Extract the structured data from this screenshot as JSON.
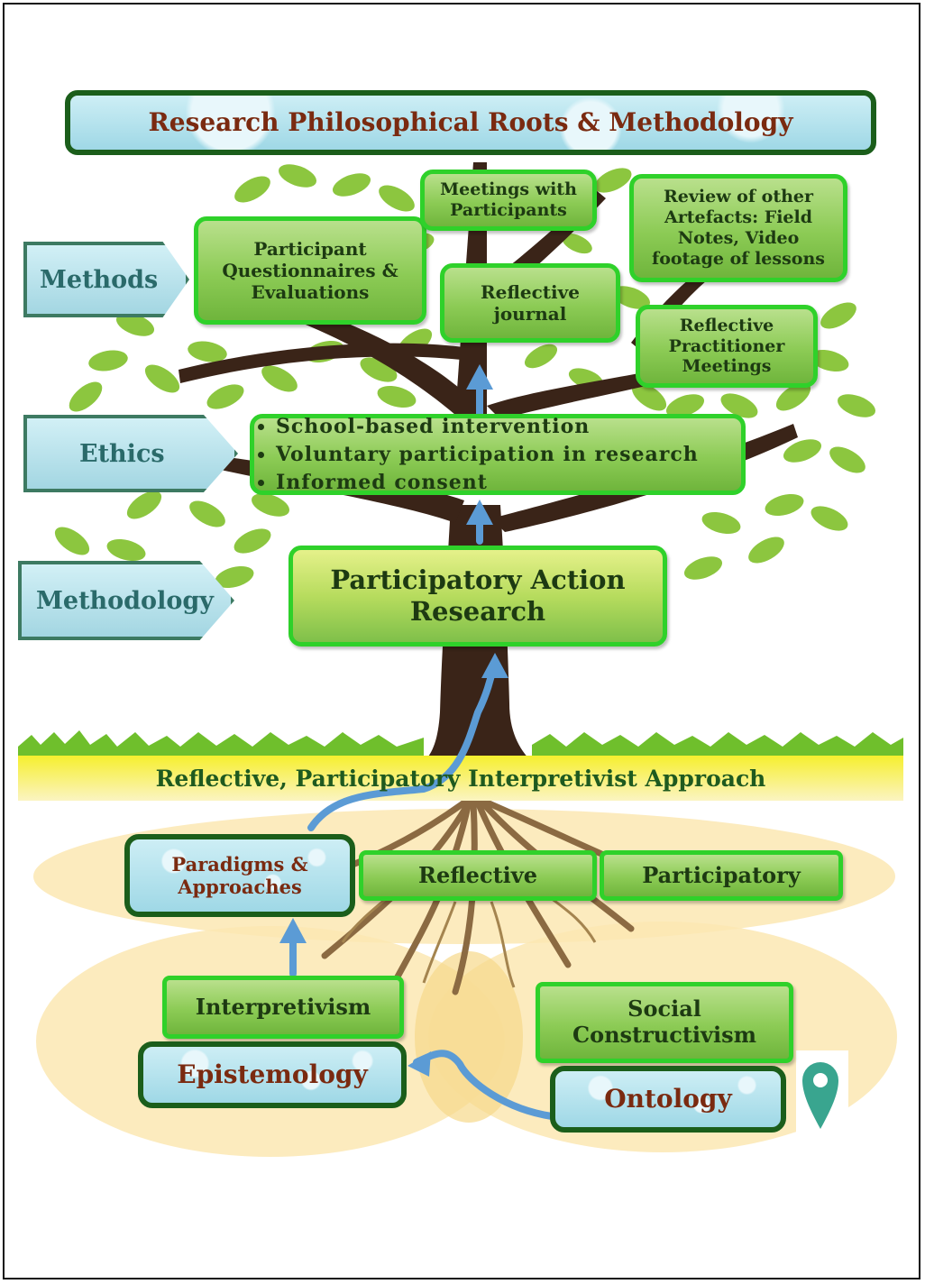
{
  "title": "Research Philosophical Roots & Methodology",
  "side_labels": {
    "methods": "Methods",
    "ethics": "Ethics",
    "methodology": "Methodology"
  },
  "methods": {
    "questionnaires": "Participant Questionnaires & Evaluations",
    "meetings": "Meetings with Participants",
    "reflective_journal": "Reflective journal",
    "review_artefacts": "Review of other Artefacts: Field Notes, Video footage of lessons",
    "practitioner_meetings": "Reflective Practitioner Meetings"
  },
  "ethics_items": [
    "School-based intervention",
    "Voluntary participation in research",
    "Informed consent"
  ],
  "methodology": "Participatory Action Research",
  "approach": "Reflective, Participatory Interpretivist Approach",
  "paradigms": {
    "label": "Paradigms & Approaches",
    "reflective": "Reflective",
    "participatory": "Participatory"
  },
  "epistemology": {
    "label": "Epistemology",
    "position": "Interpretivism"
  },
  "ontology": {
    "label": "Ontology",
    "position": "Social Constructivism"
  },
  "colors": {
    "box_border": "#2fd12a",
    "trunk": "#3a2418",
    "leaf": "#8cc63f",
    "arrow": "#5b9bd5",
    "soil_band": "#f5ee3a"
  },
  "icons": [
    "location-pin-icon"
  ]
}
